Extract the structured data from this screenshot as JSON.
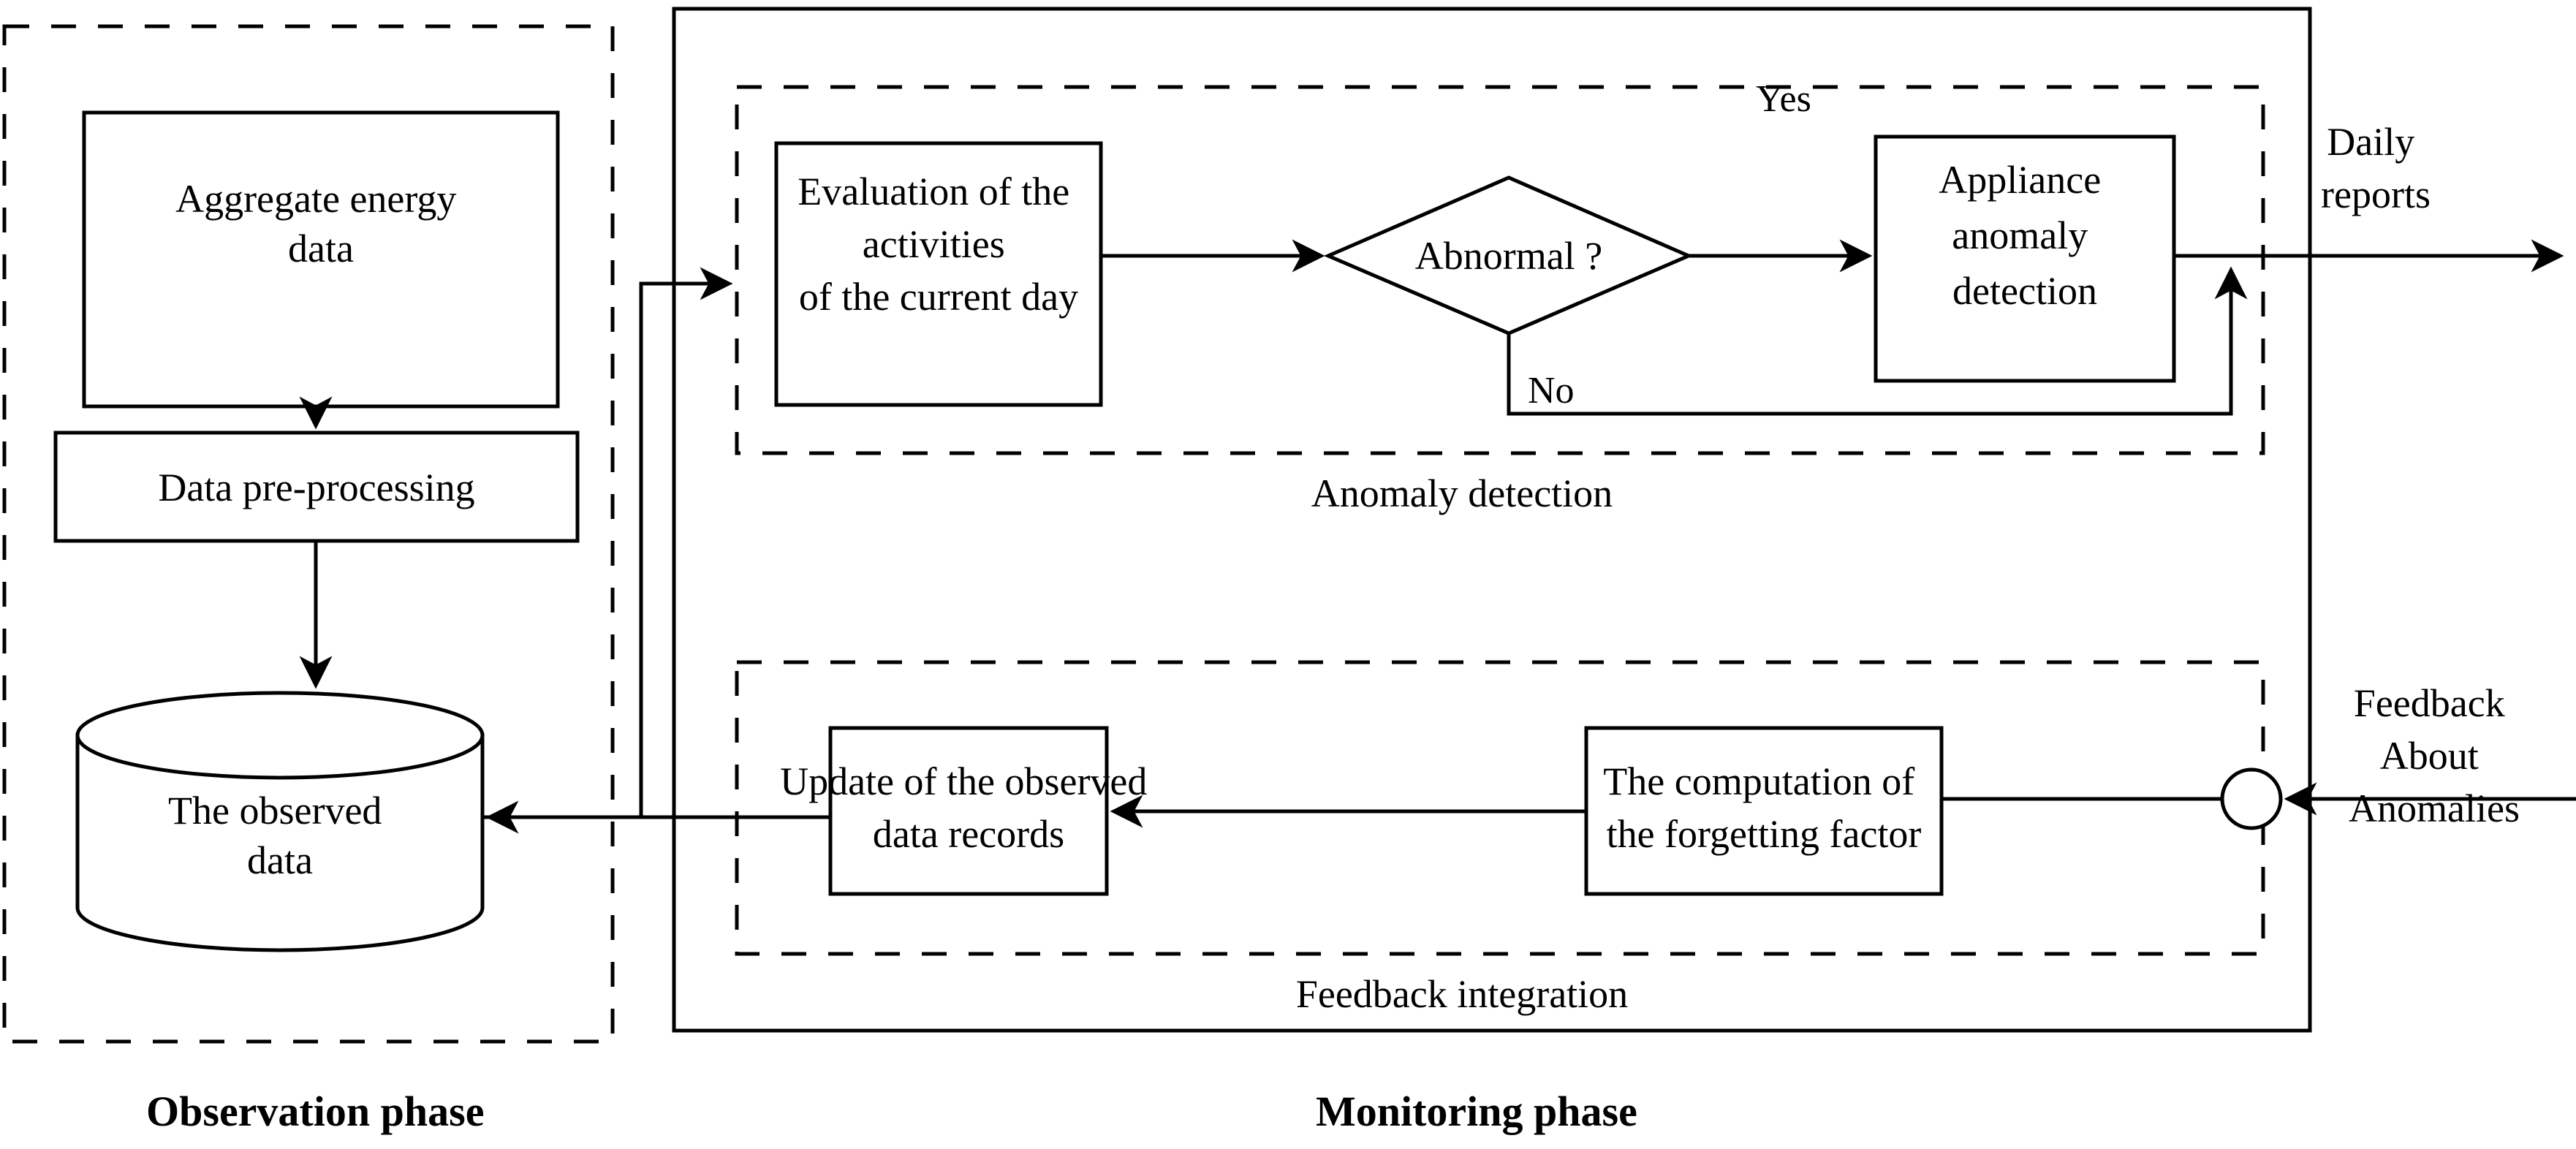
{
  "diagram": {
    "title_absent": true,
    "phases": [
      {
        "id": "observation",
        "label": "Observation phase"
      },
      {
        "id": "monitoring",
        "label": "Monitoring phase"
      }
    ],
    "groups": [
      {
        "id": "anomaly-detection",
        "label": "Anomaly detection"
      },
      {
        "id": "feedback-integration",
        "label": "Feedback integration"
      }
    ],
    "nodes": [
      {
        "id": "aggregate-energy-data",
        "shape": "rect",
        "lines": [
          "Aggregate energy",
          "data"
        ]
      },
      {
        "id": "data-pre-processing",
        "shape": "rect",
        "lines": [
          "Data pre-processing"
        ]
      },
      {
        "id": "the-observed-data",
        "shape": "cylinder",
        "lines": [
          "The observed",
          "data"
        ]
      },
      {
        "id": "evaluation-of-activities",
        "shape": "rect",
        "lines": [
          "Evaluation of the",
          "activities",
          "of the current day"
        ]
      },
      {
        "id": "abnormal-decision",
        "shape": "diamond",
        "lines": [
          "Abnormal ?"
        ]
      },
      {
        "id": "appliance-anomaly-detection",
        "shape": "rect",
        "lines": [
          "Appliance",
          "anomaly",
          "detection"
        ]
      },
      {
        "id": "update-observed-records",
        "shape": "rect",
        "lines": [
          "Update of the observed",
          "data records"
        ]
      },
      {
        "id": "forgetting-factor",
        "shape": "rect",
        "lines": [
          "The computation of",
          "the forgetting factor"
        ]
      },
      {
        "id": "feedback-junction",
        "shape": "circle",
        "lines": []
      }
    ],
    "edge_labels": [
      {
        "id": "yes-label",
        "text": "Yes"
      },
      {
        "id": "no-label",
        "text": "No"
      }
    ],
    "io_labels": [
      {
        "id": "daily-reports",
        "lines": [
          "Daily",
          "reports"
        ]
      },
      {
        "id": "feedback-about-anomalies",
        "lines": [
          "Feedback",
          "About",
          "Anomalies"
        ]
      }
    ],
    "colors": {
      "stroke": "#000000",
      "fill": "#ffffff",
      "text": "#000000"
    }
  }
}
